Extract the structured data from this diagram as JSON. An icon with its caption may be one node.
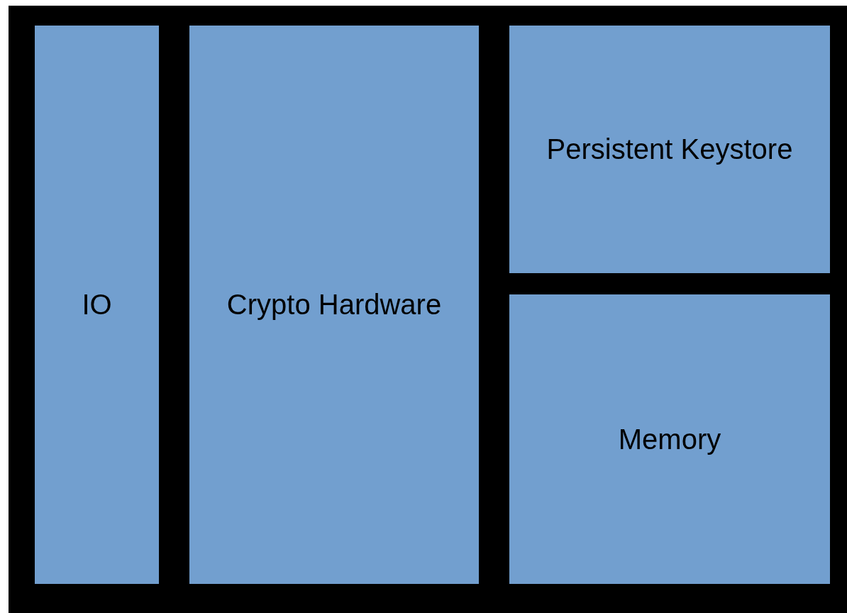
{
  "diagram": {
    "nodes": [
      {
        "text": [],
        "shape": "box"
      },
      {
        "text": [
          "IO"
        ],
        "in": 0
      },
      {
        "text": [
          "Crypto Hardware"
        ],
        "in": 0
      },
      {
        "text": [
          "Persistent Keystore"
        ],
        "in": 0
      },
      {
        "text": [
          "Memory"
        ],
        "in": 0
      }
    ]
  }
}
